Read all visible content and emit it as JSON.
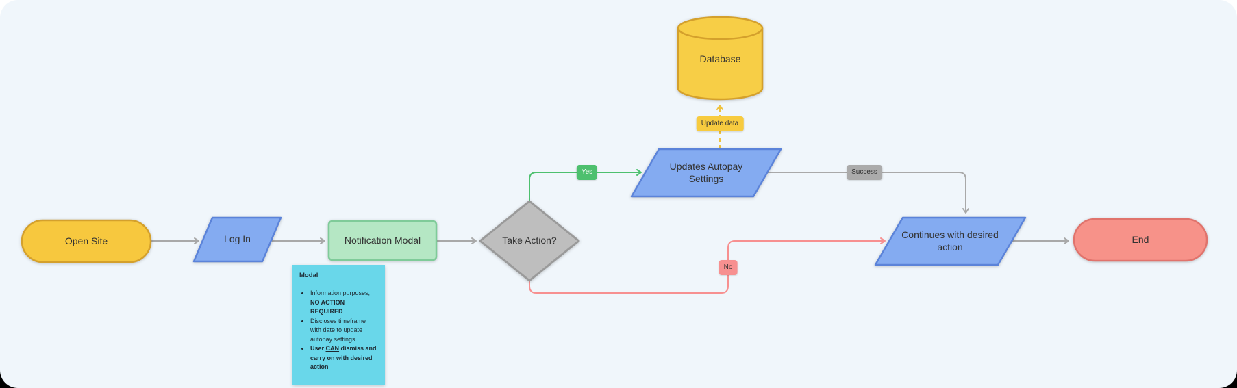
{
  "canvas": {
    "background": "#F0F6FB"
  },
  "nodes": {
    "open_site": {
      "label": "Open Site",
      "shape": "terminator",
      "fill": "#F7C83E",
      "border": "#D4A02C"
    },
    "log_in": {
      "label": "Log In",
      "shape": "parallelogram",
      "fill": "#84ABF1",
      "border": "#5B83D9"
    },
    "notification_modal": {
      "label": "Notification Modal",
      "shape": "rectangle",
      "fill": "#B5E7C4",
      "border": "#7FCB99"
    },
    "take_action": {
      "label": "Take Action?",
      "shape": "diamond",
      "fill": "#BEBEBE",
      "border": "#9A9A9A"
    },
    "updates_autopay": {
      "label": "Updates Autopay Settings",
      "shape": "parallelogram",
      "fill": "#84ABF1",
      "border": "#5B83D9"
    },
    "database": {
      "label": "Database",
      "shape": "cylinder",
      "fill": "#F7CE46",
      "border": "#D4A02C"
    },
    "continues": {
      "label": "Continues with desired action",
      "shape": "parallelogram",
      "fill": "#84ABF1",
      "border": "#5B83D9"
    },
    "end": {
      "label": "End",
      "shape": "terminator",
      "fill": "#F79289",
      "border": "#E0736C"
    }
  },
  "edges": {
    "gray_color": "#A9A9A9",
    "green_color": "#4DC06E",
    "red_color": "#F79090",
    "yellow_color": "#EFC23D"
  },
  "edge_labels": {
    "yes": {
      "text": "Yes",
      "bg": "#4DC06E",
      "color": "#FFFFFF"
    },
    "no": {
      "text": "No",
      "bg": "#F79090",
      "color": "#333333"
    },
    "success": {
      "text": "Success",
      "bg": "#ABABAB",
      "color": "#333333"
    },
    "update_data": {
      "text": "Update data",
      "bg": "#F7CB3F",
      "color": "#333333"
    }
  },
  "note": {
    "title": "Modal",
    "bg": "#69D7EA",
    "bullets": [
      [
        {
          "text": "Information purposes, "
        },
        {
          "text": "NO ACTION REQUIRED",
          "bold": true
        }
      ],
      [
        {
          "text": "Discloses timeframe with date to update autopay settings"
        }
      ],
      [
        {
          "text": "User ",
          "bold": true
        },
        {
          "text": "CAN",
          "bold": true,
          "underline": true
        },
        {
          "text": " dismiss and carry on with desired action",
          "bold": true
        }
      ]
    ]
  }
}
